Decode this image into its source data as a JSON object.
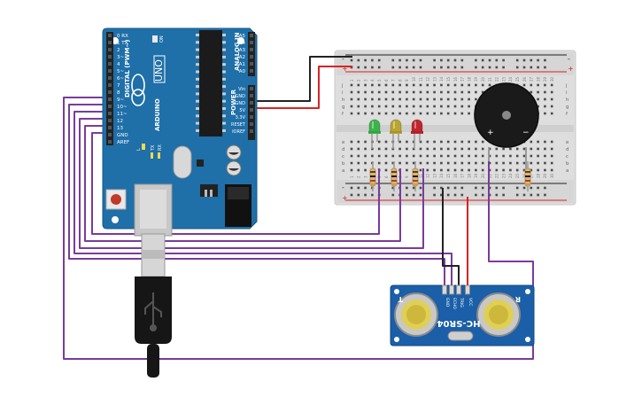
{
  "arduino": {
    "model": "UNO",
    "brand": "ARDUINO",
    "digital_header": "DIGITAL (PWM~)",
    "analog_header": "ANALOG IN",
    "power_header": "POWER",
    "on_label": "ON",
    "l_label": "L",
    "tx_label": "TX",
    "rx_label": "RX",
    "digital_pins": [
      "0 RX",
      "1 TX",
      "2",
      "3~",
      "4",
      "5~",
      "6~",
      "7",
      "8",
      "9~",
      "10~",
      "11~",
      "12",
      "13",
      "GND",
      "AREF"
    ],
    "analog_pins": [
      "A5",
      "A4",
      "A3",
      "A2",
      "A1",
      "A0"
    ],
    "power_pins": [
      "Vin",
      "GND",
      "GND",
      "5V",
      "3.3V",
      "RESET",
      "IOREF"
    ]
  },
  "breadboard": {
    "rail_plus": "+",
    "rail_minus": "-",
    "row_letters_top": [
      "j",
      "i",
      "h",
      "g",
      "f"
    ],
    "row_letters_bottom": [
      "e",
      "d",
      "c",
      "b",
      "a"
    ],
    "column_numbers": [
      "1",
      "2",
      "3",
      "4",
      "5",
      "6",
      "7",
      "8",
      "9",
      "10",
      "11",
      "12",
      "13",
      "14",
      "15",
      "16",
      "17",
      "18",
      "19",
      "20",
      "21",
      "22",
      "23",
      "24",
      "25",
      "26",
      "27",
      "28",
      "29",
      "30"
    ]
  },
  "leds": [
    {
      "name": "green-led",
      "color": "#3cb34a"
    },
    {
      "name": "yellow-led",
      "color": "#b9a531"
    },
    {
      "name": "red-led",
      "color": "#c0262d"
    }
  ],
  "buzzer": {
    "plus": "+",
    "minus": "−"
  },
  "sensor": {
    "model": "HC-SR04",
    "pins": [
      "VCC",
      "TRIG",
      "ECHO",
      "GND"
    ],
    "t_label": "T",
    "r_label": "R"
  },
  "colors": {
    "board": "#1f6fa8",
    "wire_signal": "#7a3b9c",
    "wire_power": "#d92323",
    "wire_ground": "#222222",
    "sensor_board": "#1a5fa8"
  }
}
